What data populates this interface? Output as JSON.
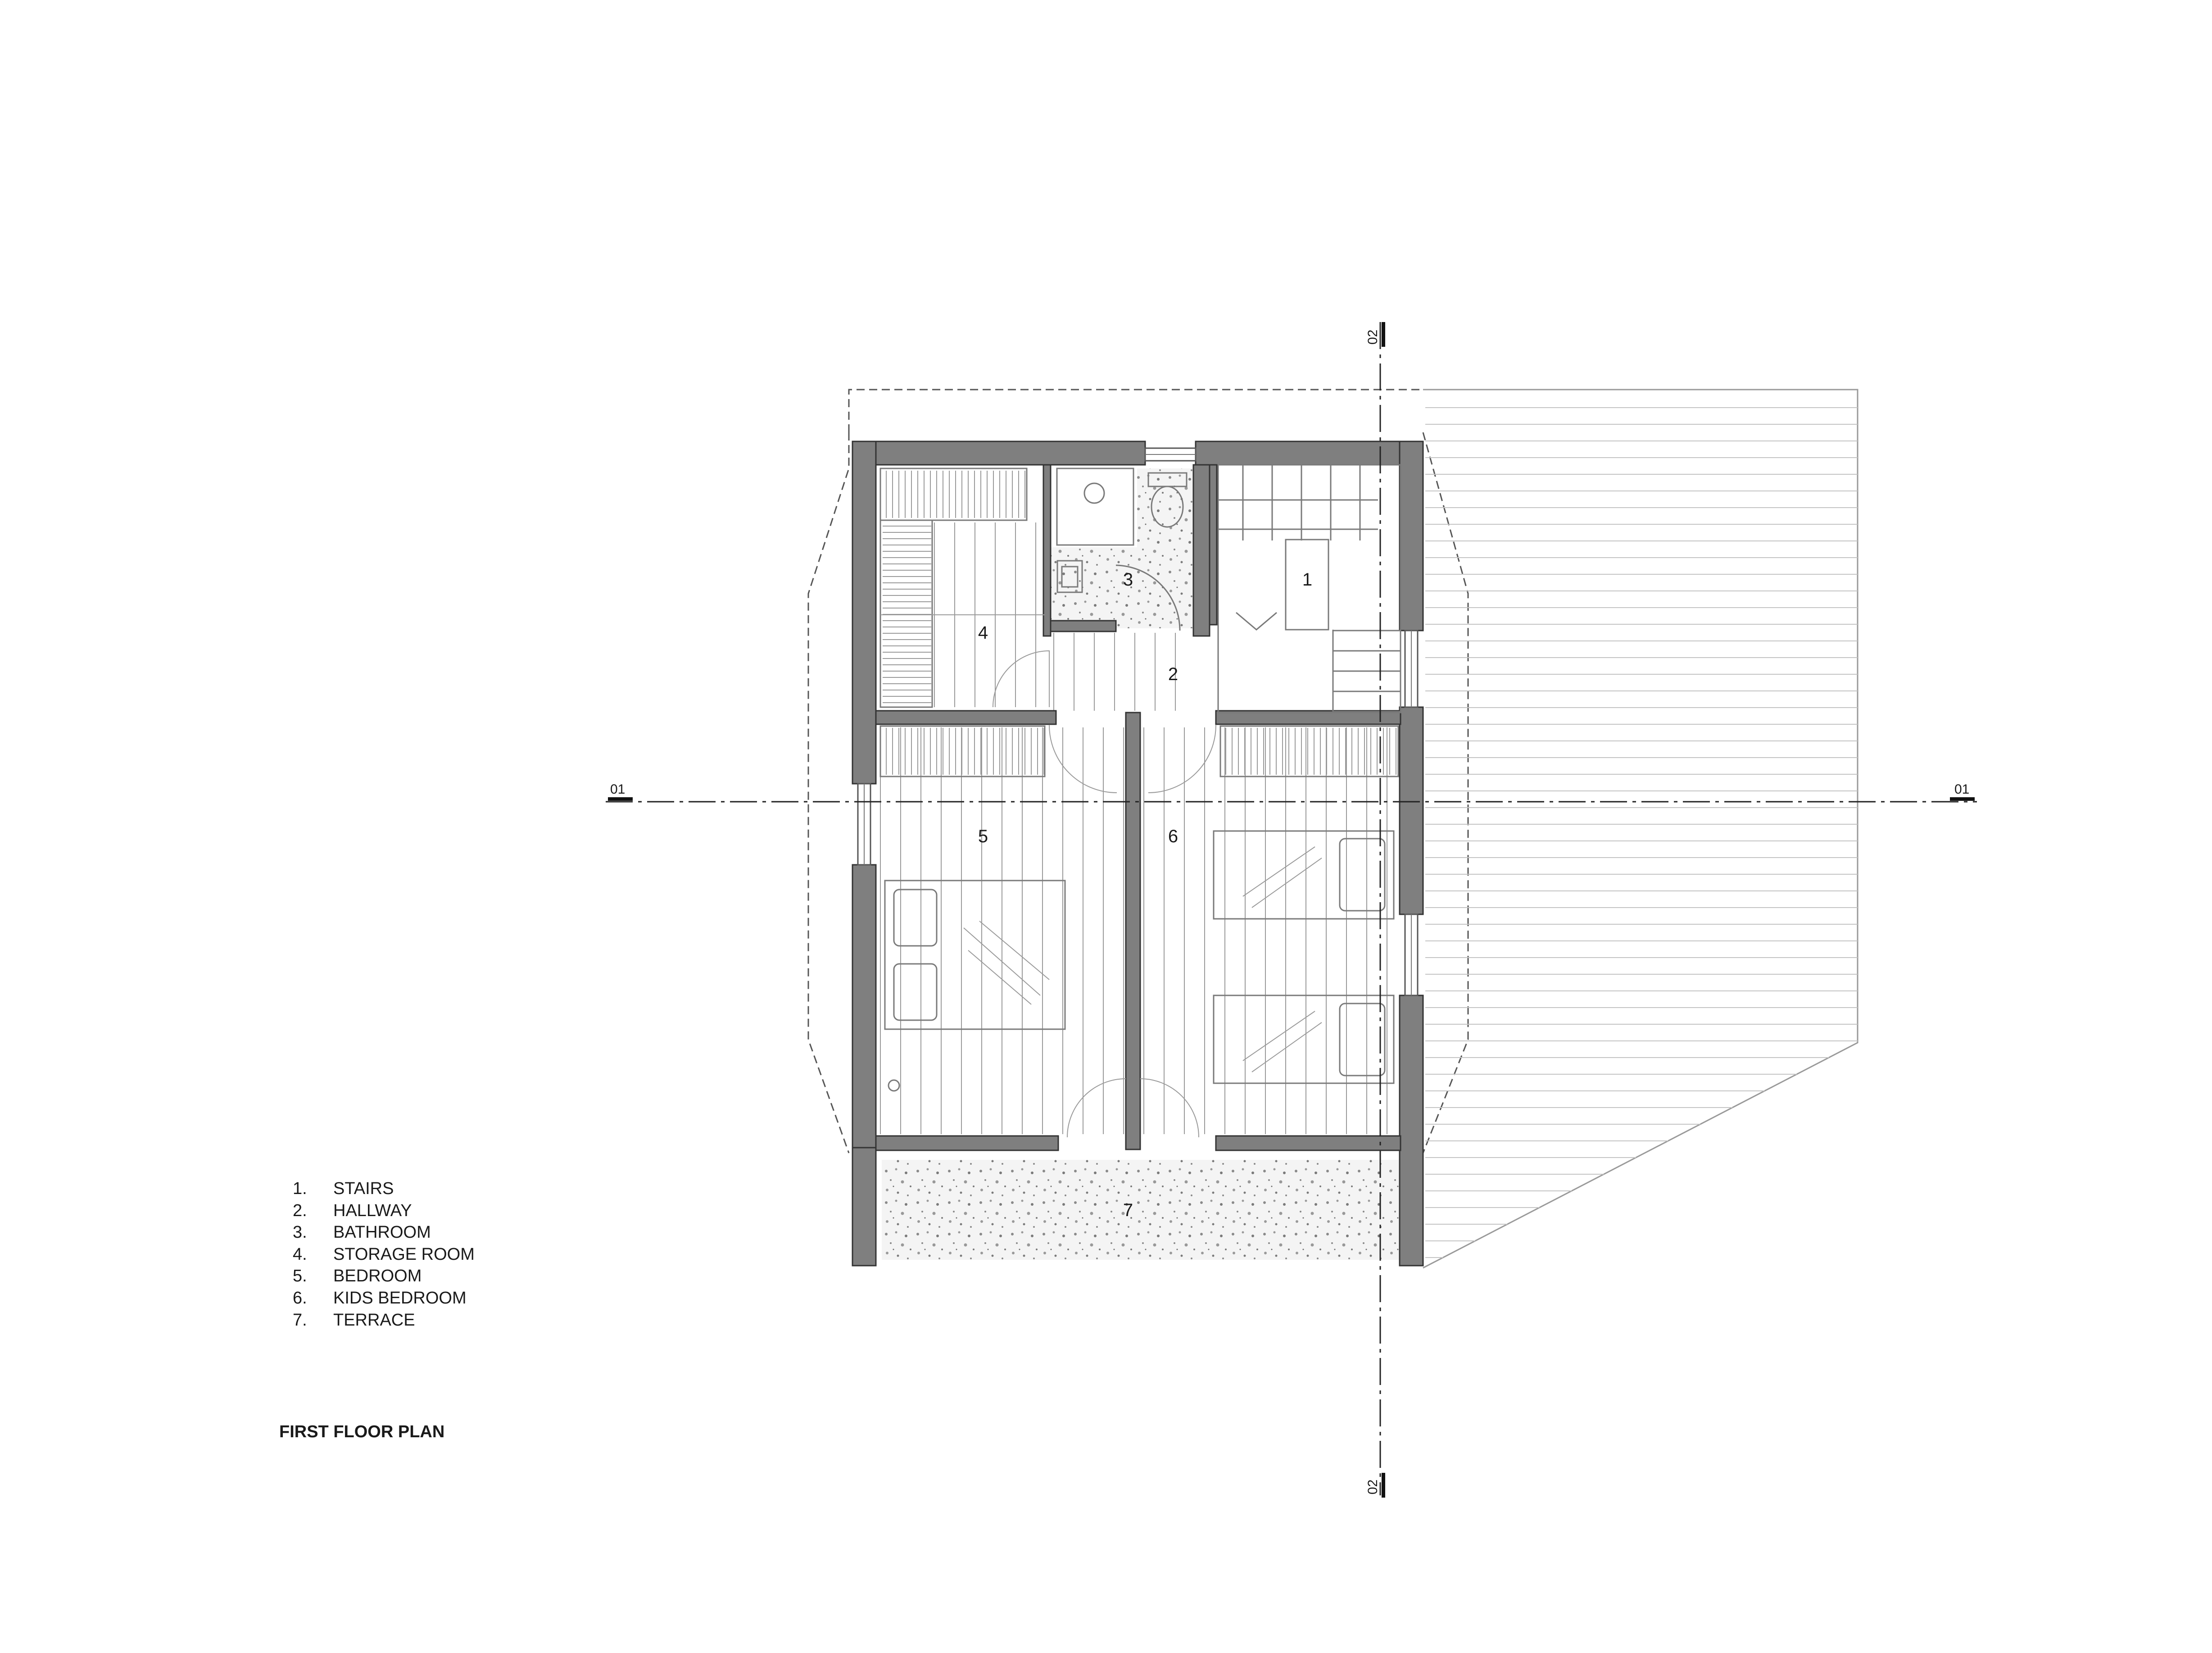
{
  "title": "FIRST FLOOR PLAN",
  "legend": [
    {
      "num": "1.",
      "label": "STAIRS"
    },
    {
      "num": "2.",
      "label": "HALLWAY"
    },
    {
      "num": "3.",
      "label": "BATHROOM"
    },
    {
      "num": "4.",
      "label": "STORAGE ROOM"
    },
    {
      "num": "5.",
      "label": "BEDROOM"
    },
    {
      "num": "6.",
      "label": "KIDS BEDROOM"
    },
    {
      "num": "7.",
      "label": "TERRACE"
    }
  ],
  "room_numbers": [
    "1",
    "2",
    "3",
    "4",
    "5",
    "6",
    "7"
  ],
  "section_marks": {
    "horizontal": "01",
    "vertical": "02"
  }
}
